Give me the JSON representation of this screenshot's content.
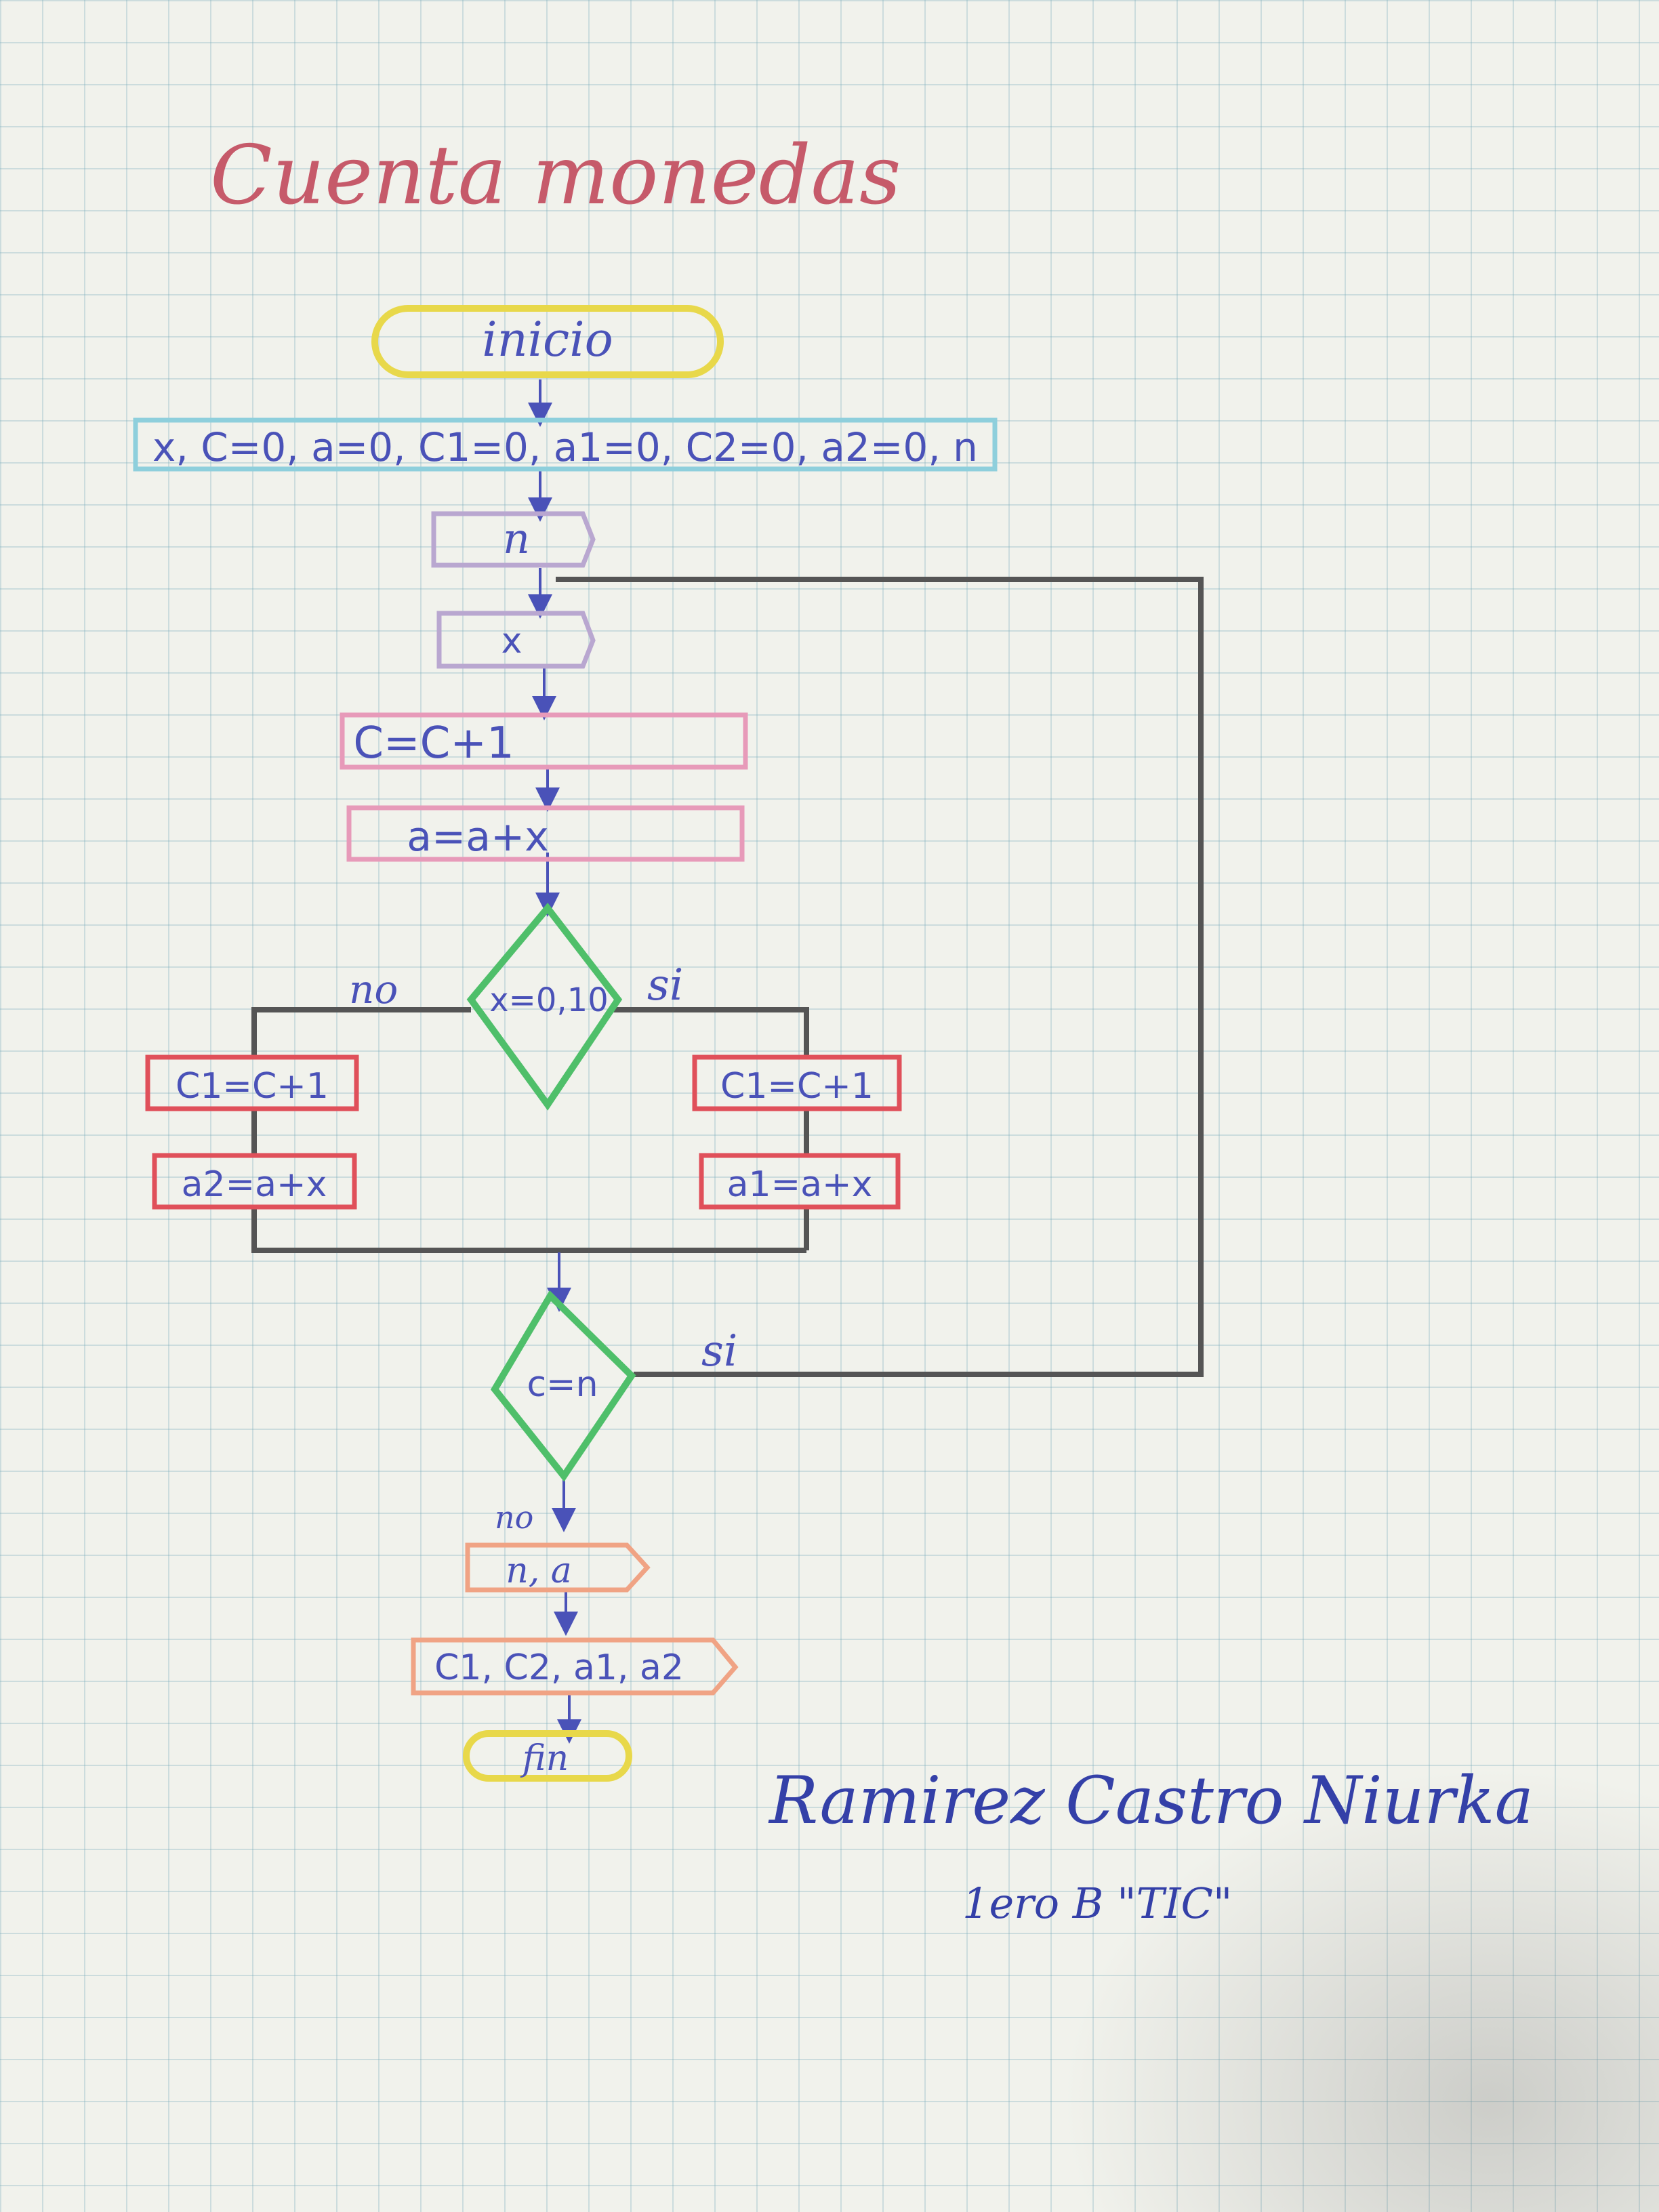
{
  "title": "Cuenta monedas",
  "nodes": {
    "start": "inicio",
    "init": "x, C=0, a=0, C1=0, a1=0, C2=0, a2=0, n",
    "input_n": "n",
    "input_x": "x",
    "count": "C=C+1",
    "sum": "a=a+x",
    "decision_coin": "x=0,10",
    "no_count": "C1=C+1",
    "no_sum": "a2=a+x",
    "yes_count": "C1=C+1",
    "yes_sum": "a1=a+x",
    "decision_loop": "c=n",
    "output_1": "n, a",
    "output_2": "C1, C2, a1, a2",
    "end": "fin"
  },
  "branch_labels": {
    "coin_no": "no",
    "coin_yes": "si",
    "loop_yes": "si",
    "loop_no": "no"
  },
  "signature": {
    "name": "Ramirez Castro Niurka",
    "course": "1ero B \"TIC\""
  },
  "colors": {
    "terminal": "#e8d84a",
    "process_init": "#8ecfdc",
    "input": "#b9a7d0",
    "process": "#e79ab9",
    "decision": "#4fbf6a",
    "branch_box": "#e0505a",
    "output": "#f0a384",
    "ink": "#4a52b8",
    "title_ink": "#c65a6a",
    "line": "#555555"
  }
}
